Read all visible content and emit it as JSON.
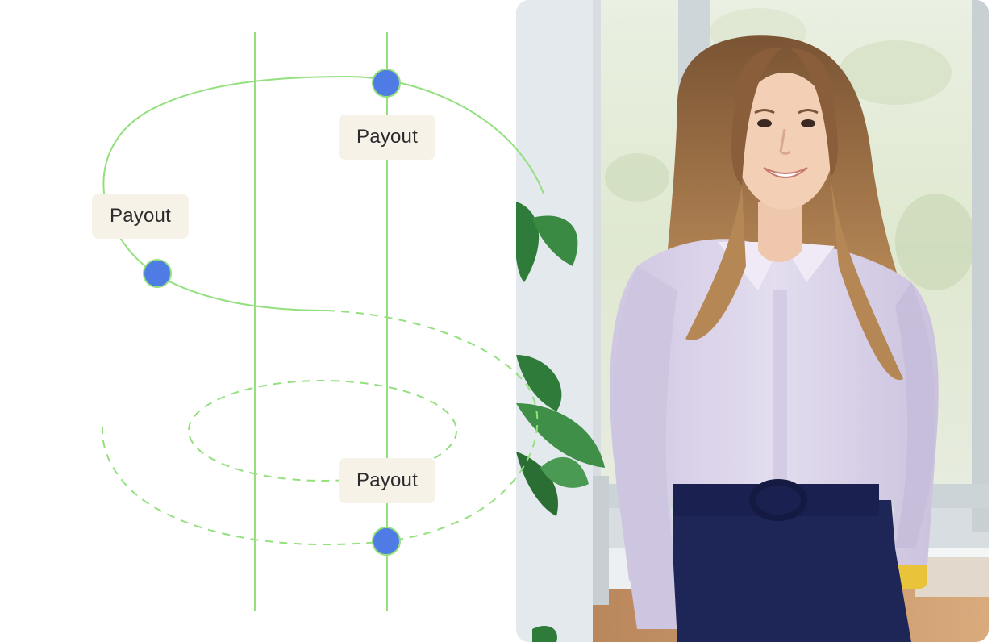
{
  "labels": {
    "payout_top": "Payout",
    "payout_left": "Payout",
    "payout_bottom": "Payout"
  },
  "colors": {
    "line_green": "#94e07f",
    "node_blue": "#4f7be5",
    "label_bg": "#f6f2e8",
    "photo_wall": "#eaf0f2",
    "shirt_lavender": "#d9d3ea",
    "trousers_navy": "#1d2656",
    "hair_brown": "#a8784a",
    "plant_green": "#2f7b3a"
  },
  "photo": {
    "subject": "smiling woman in lavender blouse near window"
  }
}
